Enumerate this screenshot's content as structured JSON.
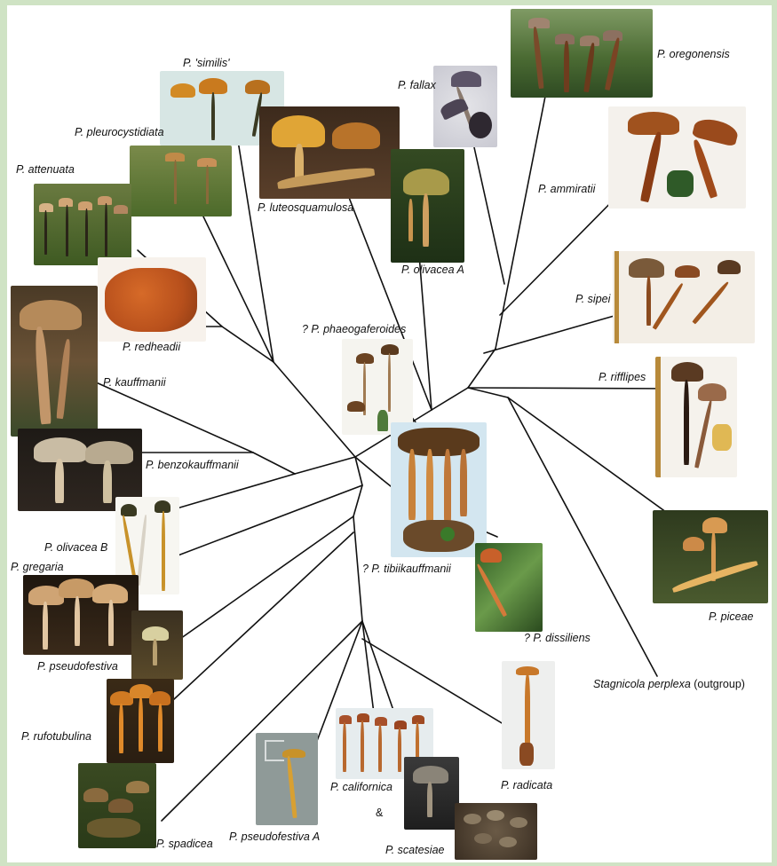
{
  "colors": {
    "frame": "#cfe3c4",
    "branch": "#111111",
    "mushroom_orange": "#c8742a",
    "mushroom_brown": "#6b3f1e",
    "moss_green": "#3f6b2c"
  },
  "species": {
    "oregonensis": "P. oregonensis",
    "fallax": "P. fallax",
    "similis": "P. 'similis'",
    "pleurocystidiata": "P. pleurocystidiata",
    "attenuata": "P. attenuata",
    "luteosquamulosa": "P. luteosquamulosa",
    "olivacea_a": "P. olivacea A",
    "ammiratii": "P. ammiratii",
    "sipei": "P. sipei",
    "phaeogaferoides": "? P. phaeogaferoides",
    "redheadii": "P. redheadii",
    "kauffmanii": "P. kauffmanii",
    "rifflipes": "P. rifflipes",
    "benzokauffmanii": "P. benzokauffmanii",
    "olivacea_b": "P. olivacea B",
    "gregaria": "P. gregaria",
    "tibiikauffmanii": "? P. tibiikauffmanii",
    "dissiliens": "? P. dissiliens",
    "piceae": "P.  piceae",
    "pseudofestiva": "P. pseudofestiva",
    "stagnicola_italic": "Stagnicola perplexa",
    "stagnicola_plain": " (outgroup)",
    "rufotubulina": "P. rufotubulina",
    "californica": "P. californica",
    "ampersand": "&",
    "radicata": "P. radicata",
    "spadicea": "P. spadicea",
    "pseudofestiva_a": "P. pseudofestiva A",
    "scatesiae": "P. scatesiae"
  }
}
